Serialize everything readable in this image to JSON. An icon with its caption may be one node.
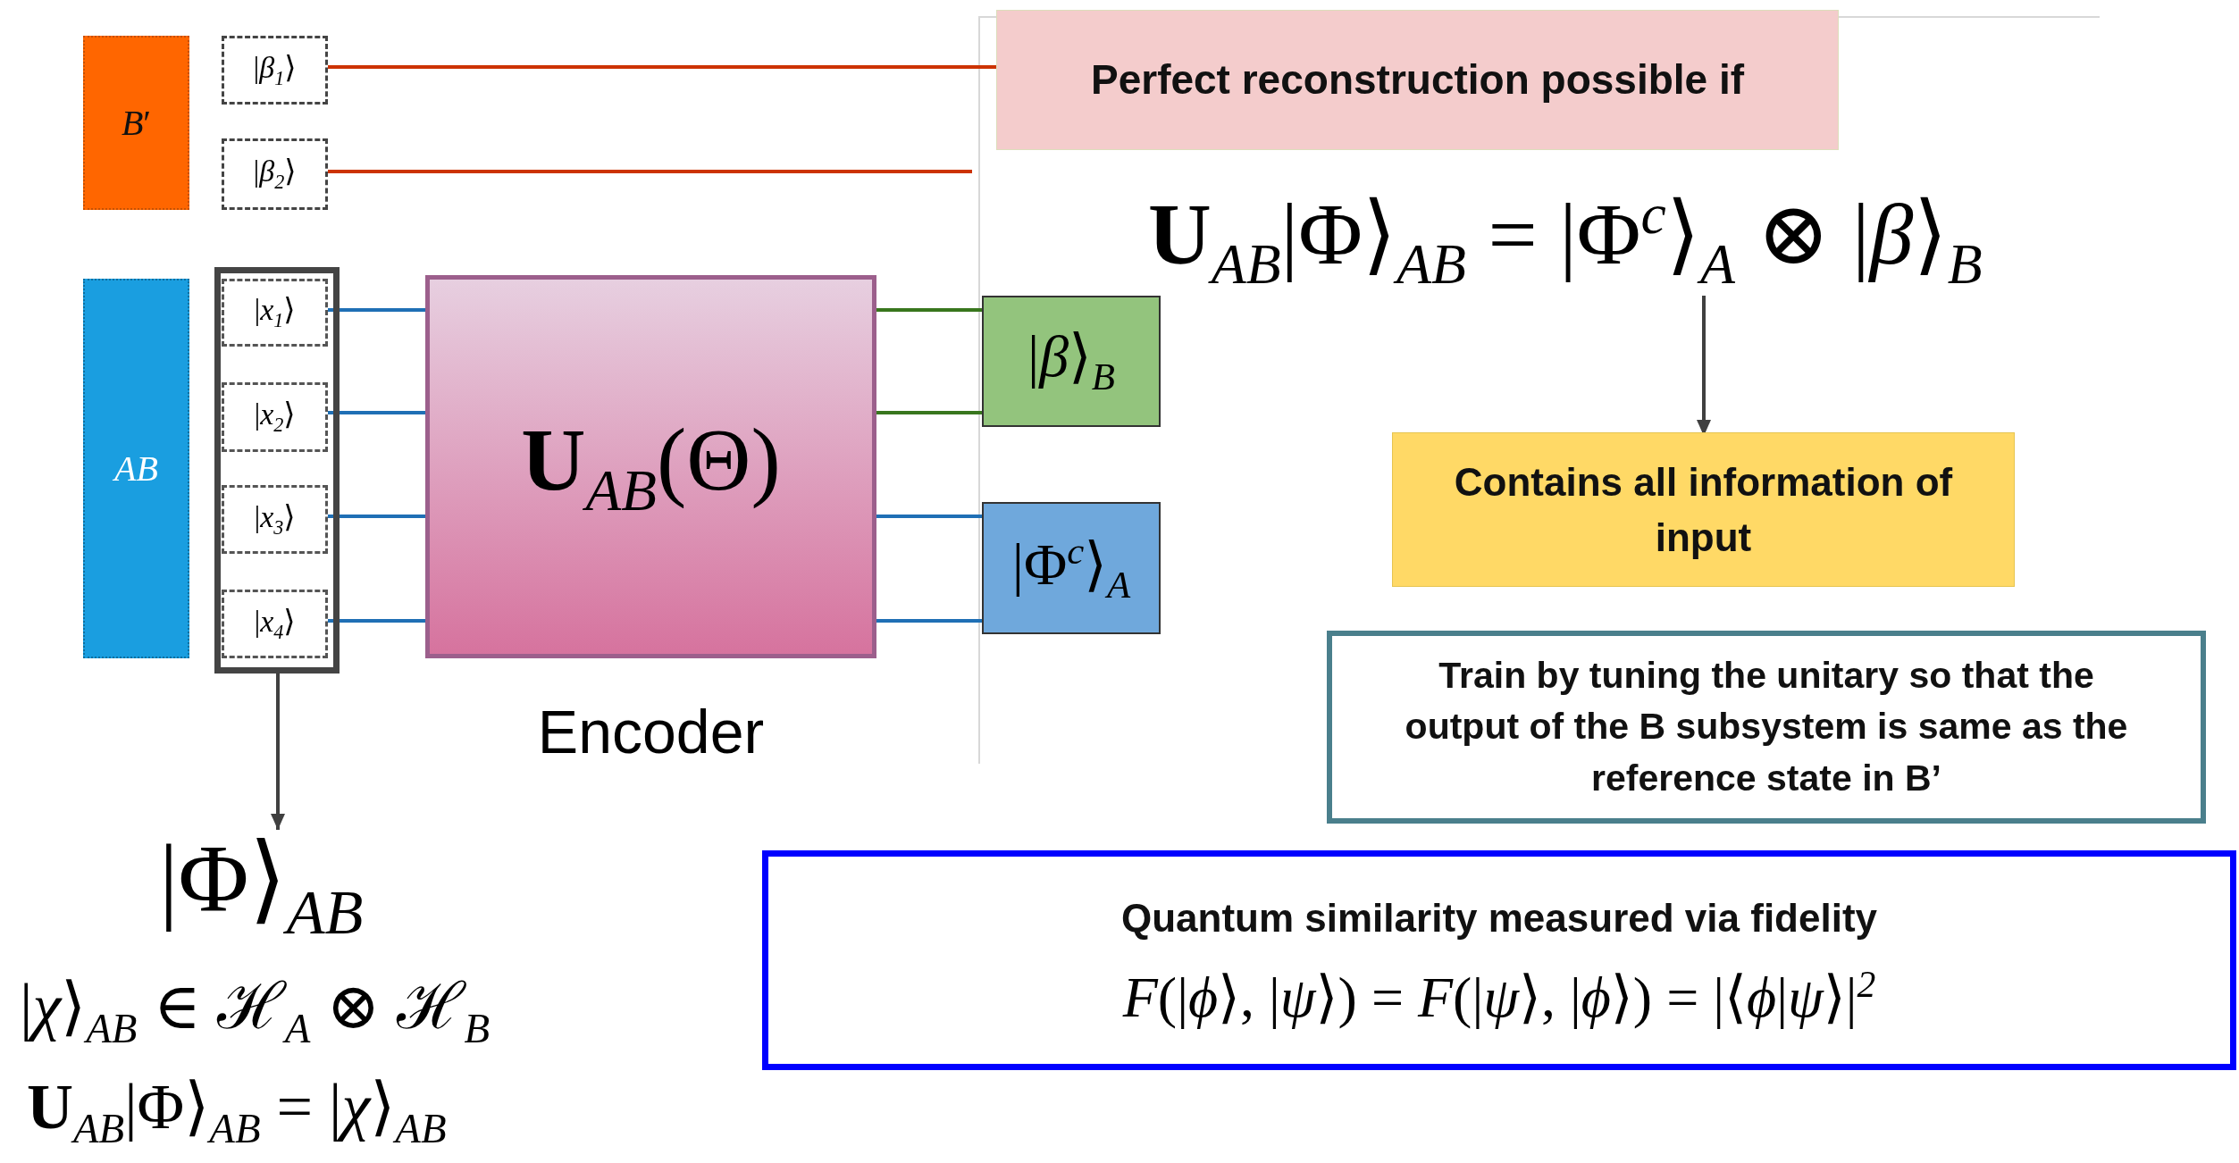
{
  "diagram": {
    "nodes": [
      {
        "text": [
          "*B*′"
        ]
      },
      {
        "text": [
          "|*β*$_{1}$⟩"
        ]
      },
      {
        "text": [
          "|*β*$_{2}$⟩"
        ]
      },
      {
        "text": [
          "*AB*"
        ]
      },
      {
        "text": [],
        "shape": "box"
      },
      {
        "text": [
          "|*x*$_{1}$⟩"
        ],
        "in": 4
      },
      {
        "text": [
          "|*x*$_{2}$⟩"
        ],
        "in": 4
      },
      {
        "text": [
          "|*x*$_{3}$⟩"
        ],
        "in": 4
      },
      {
        "text": [
          "|*x*$_{4}$⟩"
        ],
        "in": 4
      },
      {
        "text": [
          "**U**$_{AB}$(Θ)"
        ],
        "beside": [
          "Encoder"
        ]
      },
      {
        "text": [
          "|*β*⟩$_{B}$"
        ]
      },
      {
        "text": [
          "|Φ$^{c}$⟩$_{A}$"
        ]
      },
      {
        "text": [
          "Perfect reconstruction possible if"
        ]
      },
      {
        "text": [
          "**U**$_{AB}$|Φ⟩$_{AB}$ = |Φ$^{c}$⟩$_{A}$ ⊗ |*β*⟩$_{B}$"
        ]
      },
      {
        "text": [
          "Contains all information of input"
        ]
      },
      {
        "text": [
          "|Φ⟩$_{AB}$"
        ]
      },
      {
        "text": [
          "Train by tuning the unitary so that the output of the B subsystem is same as the reference state in B’"
        ]
      },
      {
        "text": [
          "Quantum similarity measured via fidelity",
          "*F*(|*ϕ*⟩, |*ψ*⟩) = *F*(|*ψ*⟩, |*ϕ*⟩) = |⟨*ϕ*|*ψ*⟩|$^{2}$"
        ]
      }
    ],
    "edges": [
      {
        "from": 1,
        "to": 12,
        "arrow": "none",
        "color": "#cc3300"
      },
      {
        "from": 2,
        "to": null,
        "arrow": "none",
        "color": "#cc3300"
      },
      {
        "from": 5,
        "to": 9,
        "arrow": "none"
      },
      {
        "from": 6,
        "to": 9,
        "arrow": "none"
      },
      {
        "from": 7,
        "to": 9,
        "arrow": "none"
      },
      {
        "from": 8,
        "to": 9,
        "arrow": "none"
      },
      {
        "from": 9,
        "to": 10,
        "arrow": "none",
        "color": "#38761d"
      },
      {
        "from": 9,
        "to": 10,
        "arrow": "none",
        "color": "#38761d"
      },
      {
        "from": 9,
        "to": 11,
        "arrow": "none"
      },
      {
        "from": 9,
        "to": 11,
        "arrow": "none"
      },
      {
        "from": 4,
        "to": 15,
        "arrow": "to",
        "color": "#404040"
      },
      {
        "from": 13,
        "to": 14,
        "arrow": "to",
        "color": "#404040"
      }
    ],
    "labels": [
      "|*χ*⟩$_{AB}$ ∈ ℋ$_{A}$ ⊗ ℋ$_{B}$",
      "**U**$_{AB}$|Φ⟩$_{AB}$ = |*χ*⟩$_{AB}$"
    ]
  }
}
